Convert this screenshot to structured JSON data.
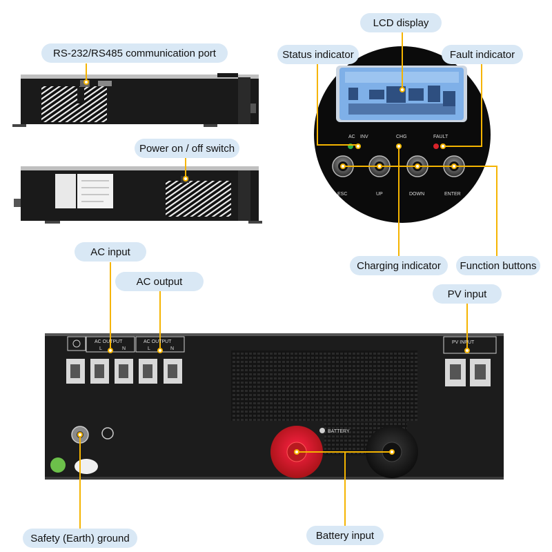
{
  "labels": {
    "rs_port": "RS-232/RS485 communication port",
    "power_switch": "Power on / off switch",
    "lcd_display": "LCD display",
    "status_indicator": "Status indicator",
    "fault_indicator": "Fault indicator",
    "charging_indicator": "Charging indicator",
    "function_buttons": "Function buttons",
    "ac_input": "AC input",
    "ac_output": "AC output",
    "pv_input": "PV input",
    "earth_ground": "Safety (Earth) ground",
    "battery_input": "Battery input"
  },
  "panel": {
    "led_ac": "AC",
    "led_inv": "INV",
    "led_chg": "CHG",
    "led_fault": "FAULT",
    "btn_esc": "ESC",
    "btn_up": "UP",
    "btn_down": "DOWN",
    "btn_enter": "ENTER"
  },
  "rear": {
    "ac_output_1": "AC OUTPUT",
    "ac_output_2": "AC OUTPUT",
    "l": "L",
    "n": "N",
    "pv_input": "PV INPUT",
    "battery": "BATTERY"
  },
  "colors": {
    "leader": "#f5b400",
    "label_bg": "#d9e8f5",
    "chassis": "#1f1f1f",
    "lcd": "#7fb0e8",
    "battery_red": "#d8232a"
  }
}
